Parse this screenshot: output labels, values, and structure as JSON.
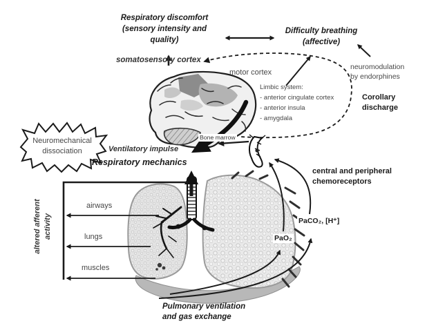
{
  "diagram": {
    "colors": {
      "ink": "#1a1a1a",
      "gray_text": "#464646",
      "lung_gray": "#e6e6e6",
      "diaphragm_gray": "#b8b8b8",
      "cortex_patch_dark": "#8c8c8c",
      "cortex_patch_mid": "#b3b3b3"
    },
    "top": {
      "respiratory_discomfort": {
        "line1": "Respiratory discomfort",
        "line2": "(sensory intensity and",
        "line3": "quality)"
      },
      "difficulty_breathing": {
        "line1": "Difficulty breathing",
        "line2": "(affective)"
      },
      "somatosensory_cortex": "somatosensory cortex",
      "motor_cortex": "motor cortex",
      "limbic": {
        "title": "Limbic system:",
        "items": [
          "- anterior cingulate cortex",
          "- anterior insula",
          "- amygdala"
        ]
      },
      "neuromodulation": {
        "line1": "neuromodulation",
        "line2": "by endorphines"
      },
      "corollary": {
        "line1": "Corollary",
        "line2": "discharge"
      }
    },
    "middle": {
      "neuromechanical": {
        "line1": "Neuromechanical",
        "line2": "dissociation"
      },
      "ventilatory_impulse": "Ventilatory impulse",
      "respiratory_mechanics": "Respiratory mechanics",
      "bone_marrow": "Bone marrow",
      "chemoreceptors": {
        "line1": "central and peripheral",
        "line2": "chemoreceptors"
      }
    },
    "bottom": {
      "afferent": {
        "line1": "altered afferent",
        "line2": "activity"
      },
      "airways": "airways",
      "lungs": "lungs",
      "muscles": "muscles",
      "paco2": "PaCO₂, [H⁺]",
      "pao2": "PaO₂",
      "pulmonary": {
        "line1": "Pulmonary ventilation",
        "line2": "and gas exchange"
      }
    }
  }
}
